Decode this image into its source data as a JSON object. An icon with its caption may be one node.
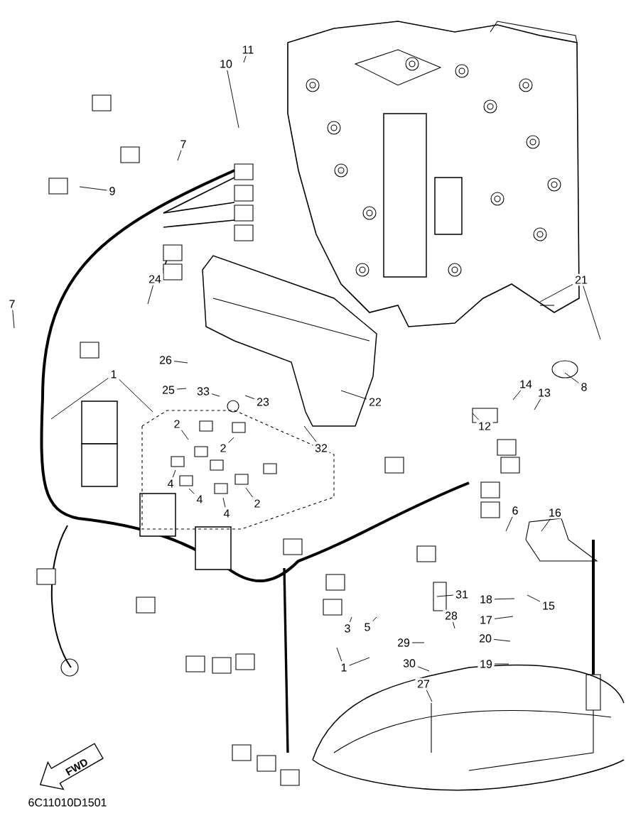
{
  "diagram": {
    "nodes": [
      {
        "text": [
          "11"
        ]
      },
      {
        "text": [
          "10"
        ]
      },
      {
        "text": [
          "7"
        ]
      },
      {
        "text": [
          "9"
        ]
      },
      {
        "text": [
          "21"
        ]
      },
      {
        "text": [
          "24"
        ]
      },
      {
        "text": [
          "7"
        ]
      },
      {
        "text": [
          "26"
        ]
      },
      {
        "text": [
          "1"
        ]
      },
      {
        "text": [
          "8"
        ]
      },
      {
        "text": [
          "14"
        ]
      },
      {
        "text": [
          "25"
        ]
      },
      {
        "text": [
          "33"
        ]
      },
      {
        "text": [
          "13"
        ]
      },
      {
        "text": [
          "23"
        ]
      },
      {
        "text": [
          "22"
        ]
      },
      {
        "text": [
          "12"
        ]
      },
      {
        "text": [
          "2"
        ]
      },
      {
        "text": [
          "2"
        ]
      },
      {
        "text": [
          "32"
        ]
      },
      {
        "text": [
          "4"
        ]
      },
      {
        "text": [
          "4"
        ]
      },
      {
        "text": [
          "2"
        ]
      },
      {
        "text": [
          "6"
        ]
      },
      {
        "text": [
          "16"
        ]
      },
      {
        "text": [
          "4"
        ]
      },
      {
        "text": [
          "31"
        ]
      },
      {
        "text": [
          "18"
        ]
      },
      {
        "text": [
          "15"
        ]
      },
      {
        "text": [
          "28"
        ]
      },
      {
        "text": [
          "17"
        ]
      },
      {
        "text": [
          "5"
        ]
      },
      {
        "text": [
          "3"
        ]
      },
      {
        "text": [
          "20"
        ]
      },
      {
        "text": [
          "29"
        ]
      },
      {
        "text": [
          "19"
        ]
      },
      {
        "text": [
          "30"
        ]
      },
      {
        "text": [
          "1"
        ]
      },
      {
        "text": [
          "27"
        ]
      }
    ],
    "edges": [
      {
        "from": 0,
        "to": null,
        "arrow": "none"
      },
      {
        "from": 1,
        "to": null,
        "arrow": "none"
      },
      {
        "from": 2,
        "to": null,
        "arrow": "none"
      },
      {
        "from": 3,
        "to": null,
        "arrow": "none"
      },
      {
        "from": 4,
        "to": null,
        "arrow": "none"
      },
      {
        "from": 4,
        "to": null,
        "arrow": "none"
      },
      {
        "from": 5,
        "to": null,
        "arrow": "none"
      },
      {
        "from": 6,
        "to": null,
        "arrow": "none"
      },
      {
        "from": 7,
        "to": null,
        "arrow": "none"
      },
      {
        "from": 8,
        "to": null,
        "arrow": "none"
      },
      {
        "from": 8,
        "to": null,
        "arrow": "none"
      },
      {
        "from": 9,
        "to": null,
        "arrow": "none"
      },
      {
        "from": 10,
        "to": null,
        "arrow": "none"
      },
      {
        "from": 11,
        "to": null,
        "arrow": "none"
      },
      {
        "from": 12,
        "to": null,
        "arrow": "none"
      },
      {
        "from": 13,
        "to": null,
        "arrow": "none"
      },
      {
        "from": 14,
        "to": null,
        "arrow": "none"
      },
      {
        "from": 15,
        "to": null,
        "arrow": "none"
      },
      {
        "from": 16,
        "to": null,
        "arrow": "none"
      },
      {
        "from": 17,
        "to": null,
        "arrow": "none"
      },
      {
        "from": 18,
        "to": null,
        "arrow": "none"
      },
      {
        "from": 19,
        "to": null,
        "arrow": "none"
      },
      {
        "from": 20,
        "to": null,
        "arrow": "none"
      },
      {
        "from": 21,
        "to": null,
        "arrow": "none"
      },
      {
        "from": 22,
        "to": null,
        "arrow": "none"
      },
      {
        "from": 23,
        "to": null,
        "arrow": "none"
      },
      {
        "from": 24,
        "to": null,
        "arrow": "none"
      },
      {
        "from": 25,
        "to": null,
        "arrow": "none"
      },
      {
        "from": 26,
        "to": null,
        "arrow": "none"
      },
      {
        "from": 27,
        "to": null,
        "arrow": "none"
      },
      {
        "from": 28,
        "to": null,
        "arrow": "none"
      },
      {
        "from": 29,
        "to": null,
        "arrow": "none"
      },
      {
        "from": 30,
        "to": null,
        "arrow": "none"
      },
      {
        "from": 31,
        "to": null,
        "arrow": "none"
      },
      {
        "from": 32,
        "to": null,
        "arrow": "none"
      },
      {
        "from": 33,
        "to": null,
        "arrow": "none"
      },
      {
        "from": 34,
        "to": null,
        "arrow": "none"
      },
      {
        "from": 35,
        "to": null,
        "arrow": "none"
      },
      {
        "from": 36,
        "to": null,
        "arrow": "none"
      },
      {
        "from": 37,
        "to": null,
        "arrow": "none"
      },
      {
        "from": 37,
        "to": null,
        "arrow": "none"
      },
      {
        "from": 38,
        "to": null,
        "arrow": "none"
      }
    ],
    "labels": [
      "FWD",
      "6C11010D1501"
    ]
  }
}
